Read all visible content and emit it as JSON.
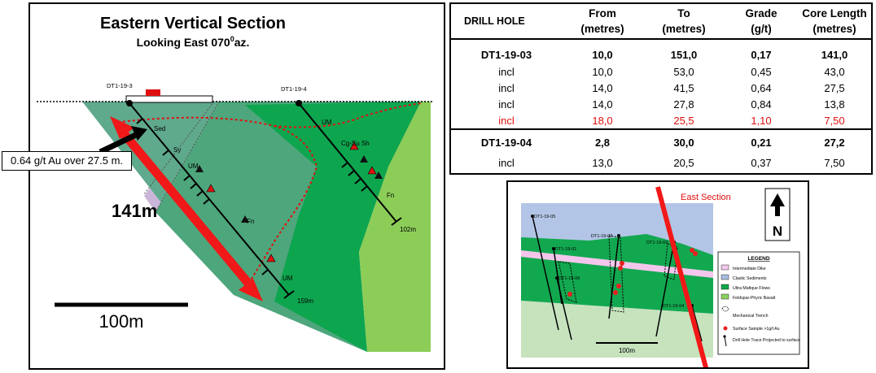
{
  "section": {
    "title": "Eastern Vertical Section",
    "subtitle_prefix": "Looking East 070",
    "subtitle_sup": "0",
    "subtitle_suffix": "az.",
    "hole_labels": [
      "DT1-19-3",
      "DT1-19-4"
    ],
    "unit_labels": [
      "Sed",
      "Sy",
      "UM",
      "UM",
      "UM",
      "Cg-Su Sh",
      "Fn",
      "Fn"
    ],
    "depth_labels": [
      "159m",
      "102m"
    ],
    "callout": "0.64 g/t Au over 27.5 m.",
    "length_label": "141m",
    "scale_label": "100m"
  },
  "table": {
    "headers": [
      {
        "line1": "DRILL HOLE",
        "line2": ""
      },
      {
        "line1": "From",
        "line2": "(metres)"
      },
      {
        "line1": "To",
        "line2": "(metres)"
      },
      {
        "line1": "Grade",
        "line2": "(g/t)"
      },
      {
        "line1": "Core Length",
        "line2": "(metres)"
      }
    ],
    "rows": [
      {
        "hole": "DT1-19-03",
        "from": "10,0",
        "to": "151,0",
        "grade": "0,17",
        "length": "141,0"
      },
      {
        "hole": "incl",
        "from": "10,0",
        "to": "53,0",
        "grade": "0,45",
        "length": "43,0"
      },
      {
        "hole": "incl",
        "from": "14,0",
        "to": "41,5",
        "grade": "0,64",
        "length": "27,5"
      },
      {
        "hole": "incl",
        "from": "14,0",
        "to": "27,8",
        "grade": "0,84",
        "length": "13,8"
      },
      {
        "hole": "incl",
        "from": "18,0",
        "to": "25,5",
        "grade": "1,10",
        "length": "7,50"
      },
      {
        "hole": "DT1-19-04",
        "from": "2,8",
        "to": "30,0",
        "grade": "0,21",
        "length": "27,2"
      },
      {
        "hole": "incl",
        "from": "13,0",
        "to": "20,5",
        "grade": "0,37",
        "length": "7,50"
      }
    ]
  },
  "map": {
    "east_section_label": "East Section",
    "north_label": "N",
    "hole_labels": [
      "DT1-19-05",
      "DT1-19-01",
      "DT1-19-02",
      "DT1-19-03",
      "DT1-19-06",
      "DT1-19-04"
    ],
    "scale_label": "100m",
    "legend_title": "LEGEND",
    "legend_items": [
      {
        "label": "Intermediate Dike",
        "color": "#f4c6ec"
      },
      {
        "label": "Clastic Sediments",
        "color": "#a7bde0"
      },
      {
        "label": "Ultra Mafique Flows",
        "color": "#10a84a"
      },
      {
        "label": "Feldspar-Phyric Basalt",
        "color": "#8fd160"
      },
      {
        "label": "Mechanical Trench",
        "color": ""
      },
      {
        "label": "Surface Sample >1g/t Au",
        "color": "#e82020"
      },
      {
        "label": "Drill Hole Trace Projected to surface",
        "color": ""
      }
    ]
  }
}
